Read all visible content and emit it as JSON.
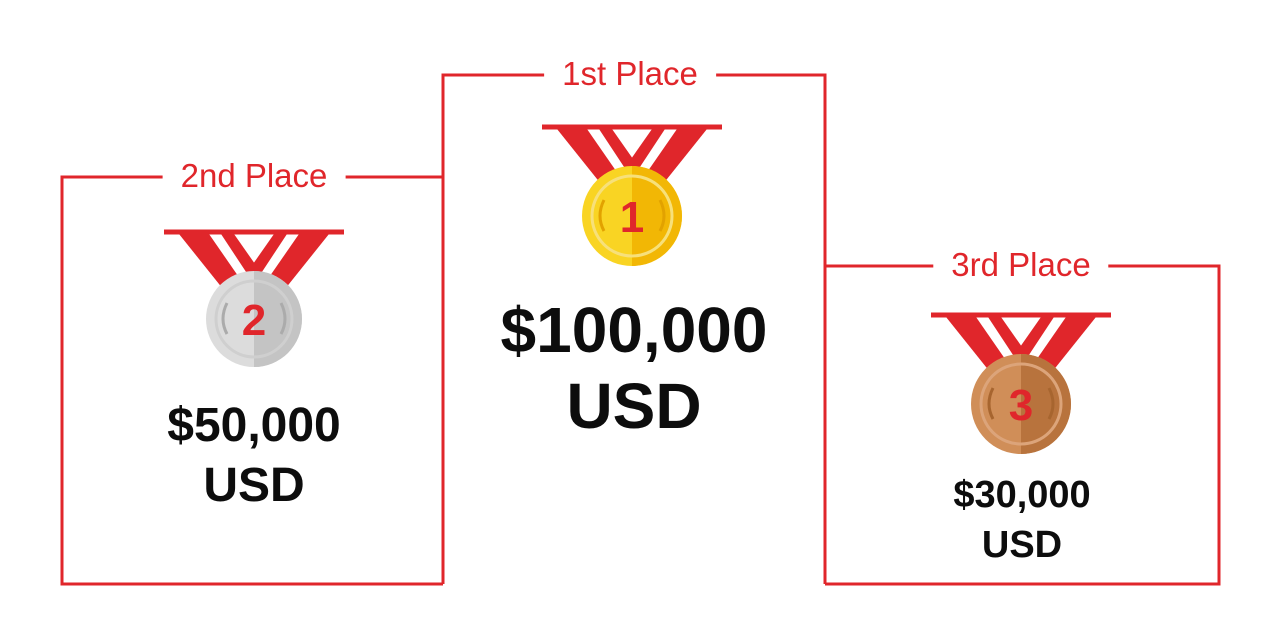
{
  "colors": {
    "accent": "#e0262b",
    "text": "#0d0d0d",
    "gold": "#f5c518",
    "silver": "#c9c9c9",
    "bronze": "#c47f47"
  },
  "places": [
    {
      "rank": 2,
      "label": "2nd Place",
      "medal_number": "2",
      "medal": "silver-medal-icon",
      "amount": "$50,000",
      "currency": "USD"
    },
    {
      "rank": 1,
      "label": "1st Place",
      "medal_number": "1",
      "medal": "gold-medal-icon",
      "amount": "$100,000",
      "currency": "USD"
    },
    {
      "rank": 3,
      "label": "3rd Place",
      "medal_number": "3",
      "medal": "bronze-medal-icon",
      "amount": "$30,000",
      "currency": "USD"
    }
  ]
}
